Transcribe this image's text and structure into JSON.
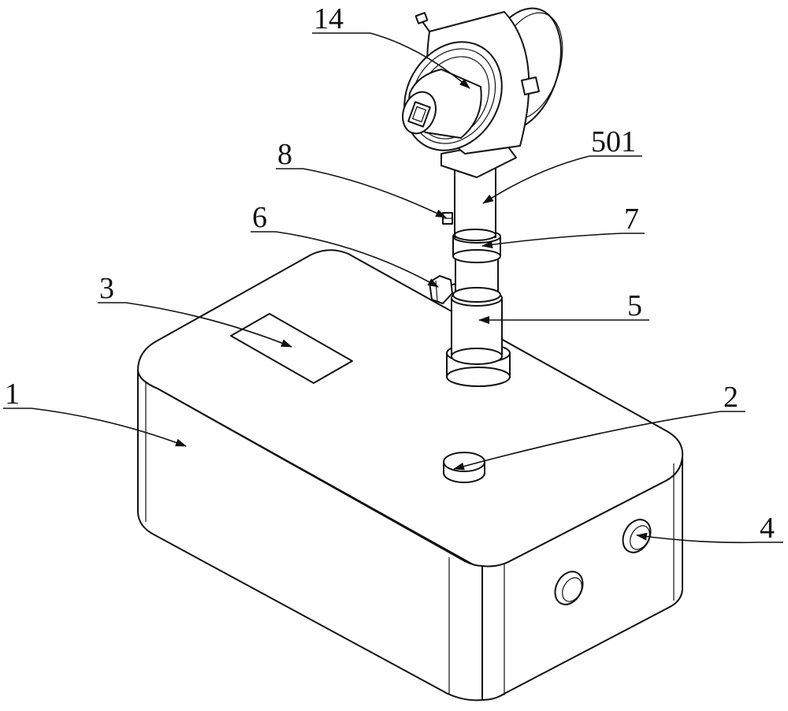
{
  "labels": {
    "ref_14": "14",
    "ref_501": "501",
    "ref_8": "8",
    "ref_7": "7",
    "ref_6": "6",
    "ref_5": "5",
    "ref_3": "3",
    "ref_1": "1",
    "ref_2": "2",
    "ref_4": "4"
  },
  "colors": {
    "line": "#111111",
    "background": "#ffffff"
  }
}
